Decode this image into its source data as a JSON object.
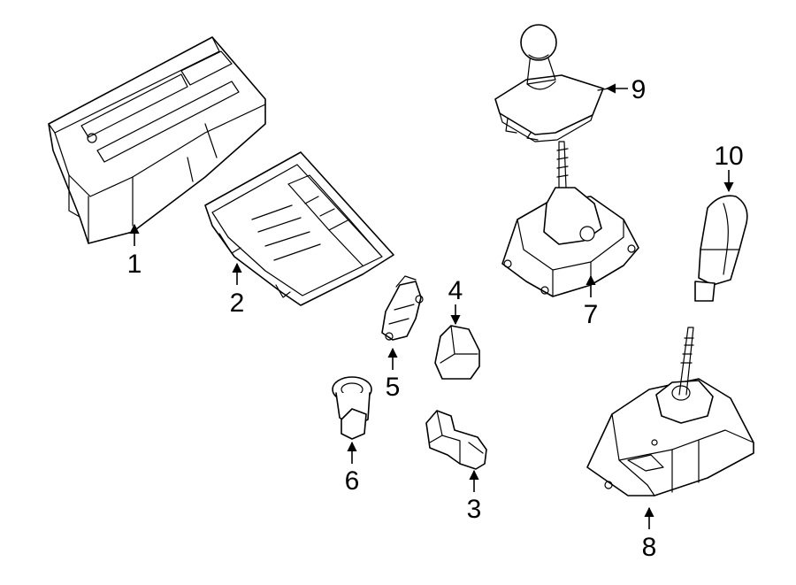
{
  "callouts": {
    "c1": "1",
    "c2": "2",
    "c3": "3",
    "c4": "4",
    "c5": "5",
    "c6": "6",
    "c7": "7",
    "c8": "8",
    "c9": "9",
    "c10": "10"
  },
  "colors": {
    "line": "#000000",
    "fill": "#ffffff"
  }
}
